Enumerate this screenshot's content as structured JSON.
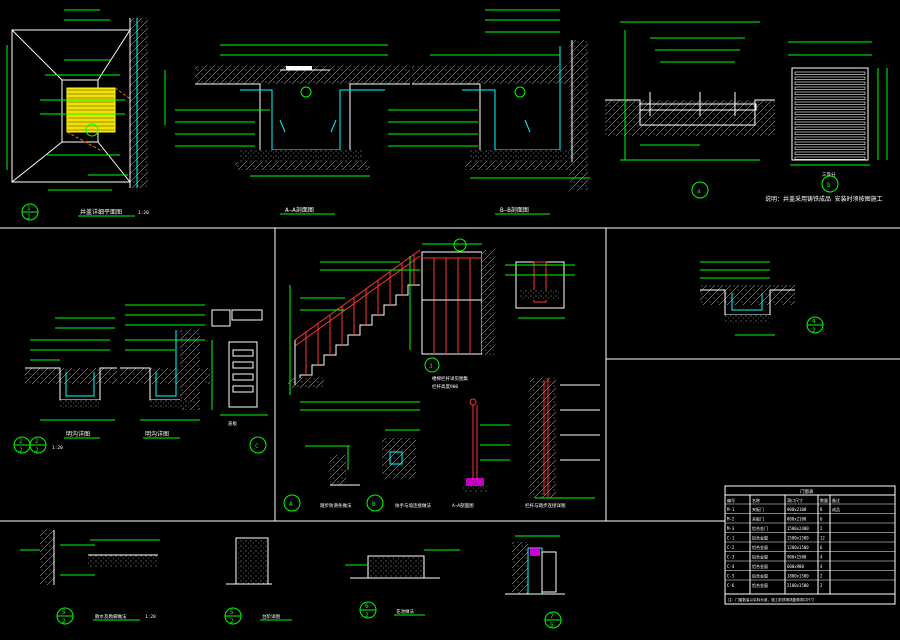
{
  "drawing": {
    "labels": {
      "manhole_plan_caption": "井盖详细平面图",
      "manhole_plan_scale": "1:20",
      "section_aa_caption": "A—A剖面图",
      "section_bb_caption": "B—B剖面图",
      "detail_a_caption": "a",
      "detail_b_caption": "b",
      "detail_b_dim": "三等分",
      "top_note": "说明：井盖采用铸铁成品 安装时须按图施工",
      "gutter_left_caption": "明沟详图",
      "gutter_right_caption": "明沟详图",
      "gutter_scale": "1:20",
      "stair_note": "楼梯栏杆详见图集",
      "stair_note_2": "栏杆高度900",
      "drain_caption": "盖板",
      "detail_a2_caption": "踏步防滑条做法",
      "detail_b2_caption": "扶手与墙连接做法",
      "section_aa2_caption": "A—A剖面图",
      "rail_detail_caption": "栏杆与踏步连接详图",
      "bottom_1_caption": "散水及勒脚做法",
      "bottom_2_caption": "台阶详图",
      "bottom_3_caption": "花池做法",
      "bottom_scale": "1:20",
      "door_table_title": "门窗表"
    },
    "callouts": {
      "plan": "1",
      "plan_sheet": "2",
      "gutter_a": "2",
      "gutter_a_sheet": "2",
      "gutter_b": "2",
      "gutter_b_sheet": "2",
      "right_gutter": "4",
      "right_gutter_sheet": "2",
      "stair": "3",
      "A": "A",
      "B": "B",
      "C": "C",
      "bot1": "5",
      "bot1_sheet": "2",
      "bot2": "5",
      "bot2_sheet": "2",
      "bot3": "6",
      "bot3_sheet": "2",
      "bot4": "7",
      "bot4_sheet": "5",
      "a": "a",
      "b": "b"
    },
    "table": {
      "headers": [
        "编号",
        "名称",
        "洞口尺寸",
        "数量",
        "备注"
      ],
      "rows": [
        [
          "M-1",
          "夹板门",
          "900x2100",
          "8",
          "成品"
        ],
        [
          "M-2",
          "夹板门",
          "800x2100",
          "6",
          ""
        ],
        [
          "M-3",
          "铝合金门",
          "1500x2400",
          "2",
          ""
        ],
        [
          "C-1",
          "铝合金窗",
          "1500x1500",
          "12",
          ""
        ],
        [
          "C-2",
          "铝合金窗",
          "1200x1500",
          "6",
          ""
        ],
        [
          "C-3",
          "铝合金窗",
          "900x1500",
          "4",
          ""
        ],
        [
          "C-4",
          "铝合金窗",
          "600x900",
          "4",
          ""
        ],
        [
          "C-5",
          "铝合金窗",
          "1800x1500",
          "2",
          ""
        ],
        [
          "C-6",
          "铝合金窗",
          "2100x1500",
          "2",
          ""
        ]
      ],
      "footnote": "注：门窗数量以实际为准，施工前须现场复核洞口尺寸"
    },
    "colors": {
      "background": "#000000",
      "line": "#ffffff",
      "dimension": "#00ff00",
      "structure": "#00ffff",
      "rail": "#ff3333",
      "grate": "#ffff00"
    }
  }
}
